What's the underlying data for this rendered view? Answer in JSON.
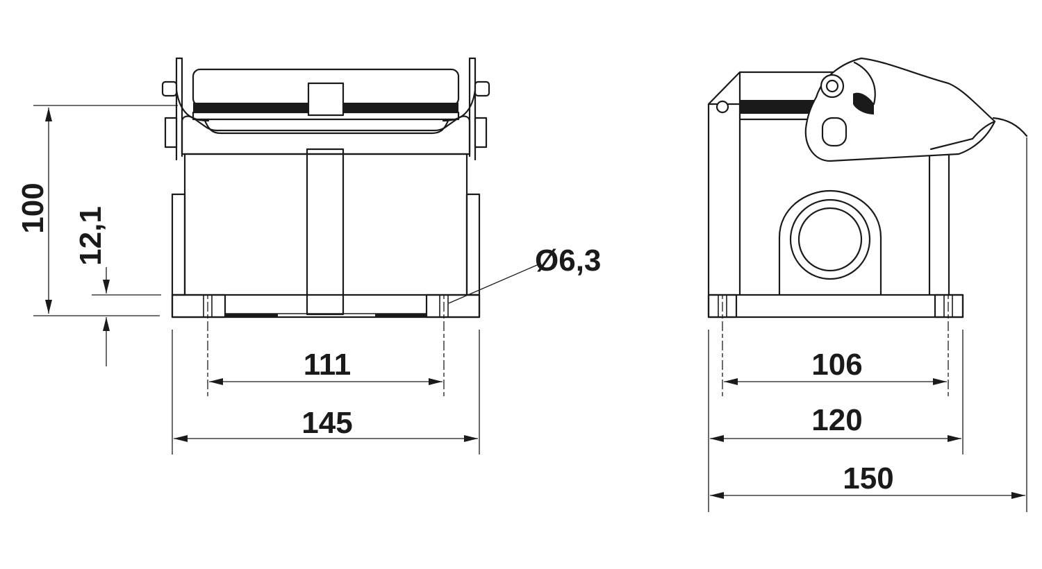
{
  "drawing": {
    "front_view": {
      "height_overall": "100",
      "flange_height": "12,1",
      "hole_diameter": "Ø6,3",
      "hole_spacing": "111",
      "width_overall": "145"
    },
    "side_view": {
      "hole_spacing": "106",
      "base_width": "120",
      "width_overall": "150"
    }
  }
}
